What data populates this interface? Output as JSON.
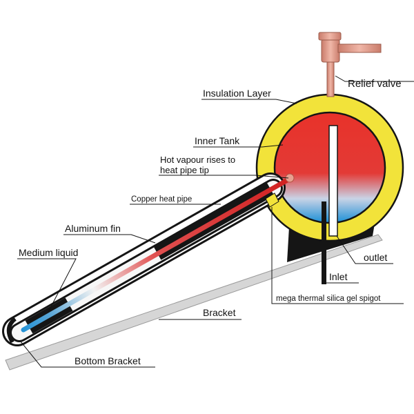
{
  "labels": {
    "relief_valve": "Relief valve",
    "insulation_layer": "Insulation Layer",
    "inner_tank": "Inner Tank",
    "hot_vapour_line1": "Hot vapour rises to",
    "hot_vapour_line2": "heat pipe tip",
    "copper_heat_pipe": "Copper heat pipe",
    "aluminum_fin": "Aluminum fin",
    "medium_liquid": "Medium liquid",
    "outlet": "outlet",
    "inlet": "Inlet",
    "spigot": "mega thermal silica gel spigot",
    "bracket": "Bracket",
    "bottom_bracket": "Bottom Bracket"
  },
  "colors": {
    "insulation": "#f2e33a",
    "tank_hot": "#e8322a",
    "tank_cold": "#1a8fd6",
    "copper": "#d9958a",
    "bracket": "#d6d6d6",
    "stand": "#151515"
  }
}
